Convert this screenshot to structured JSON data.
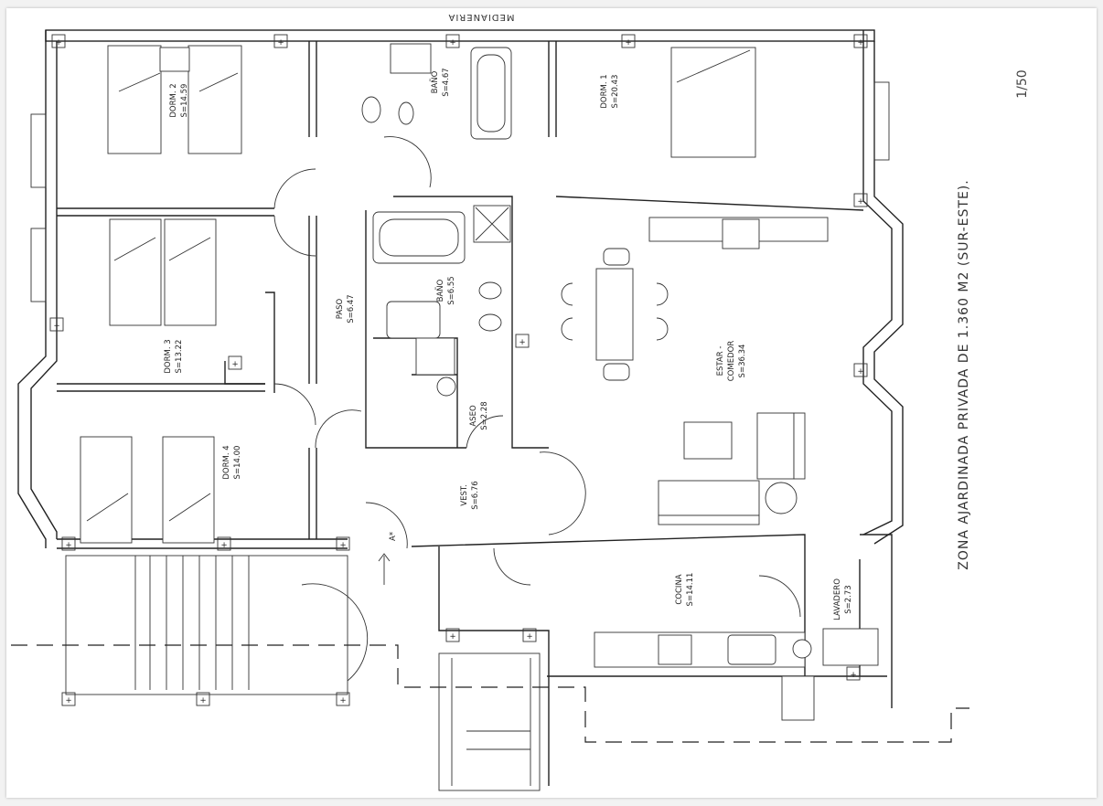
{
  "plan": {
    "top_label": "MEDIANERIA",
    "scale": "1/50",
    "garden_note": "ZONA AJARDINADA PRIVADA DE 1.360 M2  (SUR-ESTE).",
    "entry_mark": "A*",
    "rooms": {
      "dorm2": {
        "name": "DORM. 2",
        "area": "S=14.59"
      },
      "bano1": {
        "name": "BAÑO",
        "area": "S=4.67"
      },
      "dorm1": {
        "name": "DORM. 1",
        "area": "S=20.43"
      },
      "dorm3": {
        "name": "DORM. 3",
        "area": "S=13.22"
      },
      "paso": {
        "name": "PASO",
        "area": "S=6.47"
      },
      "bano2": {
        "name": "BAÑO",
        "area": "S=6.55"
      },
      "estar": {
        "name": "ESTAR -",
        "name2": "COMEDOR",
        "area": "S=36.34"
      },
      "aseo": {
        "name": "ASEO",
        "area": "S=2.28"
      },
      "dorm4": {
        "name": "DORM. 4",
        "area": "S=14.00"
      },
      "vest": {
        "name": "VEST.",
        "area": "S=6.76"
      },
      "cocina": {
        "name": "COCINA",
        "area": "S=14.11"
      },
      "lavadero": {
        "name": "LAVADERO",
        "area": "S=2.73"
      }
    }
  }
}
